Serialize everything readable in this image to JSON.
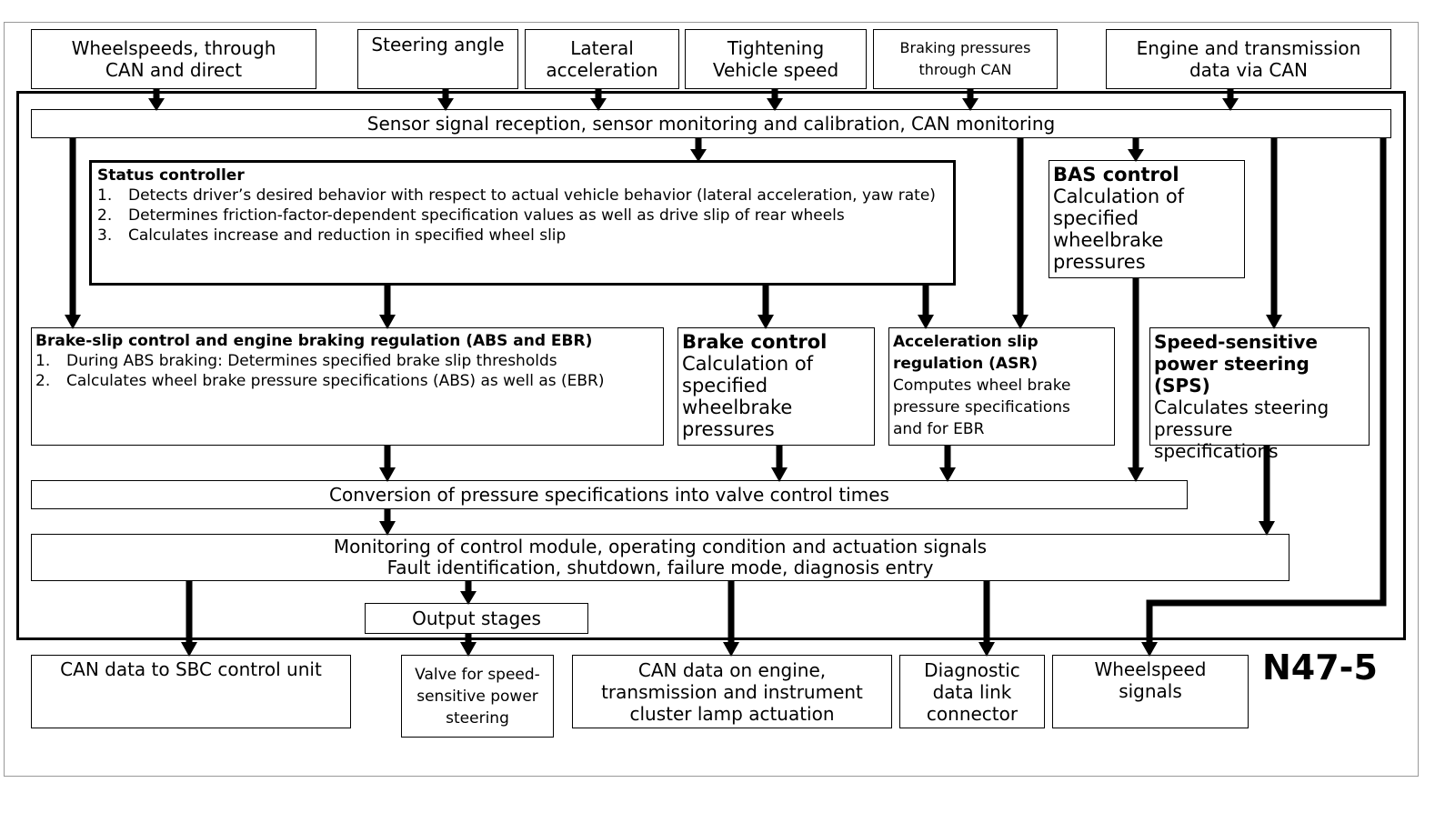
{
  "inputs": {
    "wheelspeeds": [
      "Wheelspeeds, through",
      "CAN and direct"
    ],
    "steering": "Steering angle",
    "lateral": [
      "Lateral",
      "acceleration"
    ],
    "tightening": [
      "Tightening",
      "Vehicle speed"
    ],
    "braking": [
      "Braking pressures",
      "through CAN"
    ],
    "engine": [
      "Engine and transmission",
      "data via CAN"
    ]
  },
  "sensor": "Sensor signal reception, sensor monitoring and calibration, CAN monitoring",
  "status": {
    "title": "Status controller",
    "items": [
      {
        "n": "1.",
        "t": "Detects driver’s desired behavior with respect to actual vehicle behavior (lateral acceleration, yaw rate)"
      },
      {
        "n": "2.",
        "t": "Determines friction-factor-dependent specification values as well as drive slip of rear wheels"
      },
      {
        "n": "3.",
        "t": "Calculates increase and reduction in specified wheel slip"
      }
    ]
  },
  "bas": {
    "title": "BAS control",
    "lines": [
      "Calculation of",
      "specified",
      "wheelbrake",
      "pressures"
    ]
  },
  "abs": {
    "title": "Brake-slip control and engine braking regulation (ABS and EBR)",
    "items": [
      {
        "n": "1.",
        "t": "During ABS braking: Determines specified brake slip thresholds"
      },
      {
        "n": "2.",
        "t": "Calculates wheel brake pressure specifications (ABS) as well as (EBR)"
      }
    ]
  },
  "brake": {
    "title": "Brake control",
    "lines": [
      "Calculation of",
      "specified",
      "wheelbrake",
      "pressures"
    ]
  },
  "asr": {
    "title": [
      "Acceleration slip",
      "regulation (ASR)"
    ],
    "lines": [
      "Computes wheel brake",
      "pressure specifications",
      "and for EBR"
    ]
  },
  "sps": {
    "title": [
      "Speed-sensitive",
      "power steering (SPS)"
    ],
    "lines": [
      "Calculates steering",
      "pressure",
      "specifications"
    ]
  },
  "conversion": "Conversion of pressure specifications into valve control times",
  "monitoring": [
    "Monitoring of control module, operating condition and actuation signals",
    "Fault identification, shutdown, failure mode, diagnosis entry"
  ],
  "output": "Output stages",
  "outputs": {
    "can_sbc": "CAN data to SBC control unit",
    "valve": [
      "Valve for speed-",
      "sensitive power",
      "steering"
    ],
    "can_engine": [
      "CAN data on engine,",
      "transmission and instrument",
      "cluster lamp actuation"
    ],
    "diagnostic": [
      "Diagnostic",
      "data link",
      "connector"
    ],
    "wheelspeed": [
      "Wheelspeed",
      "signals"
    ]
  },
  "module_label": "N47-5"
}
